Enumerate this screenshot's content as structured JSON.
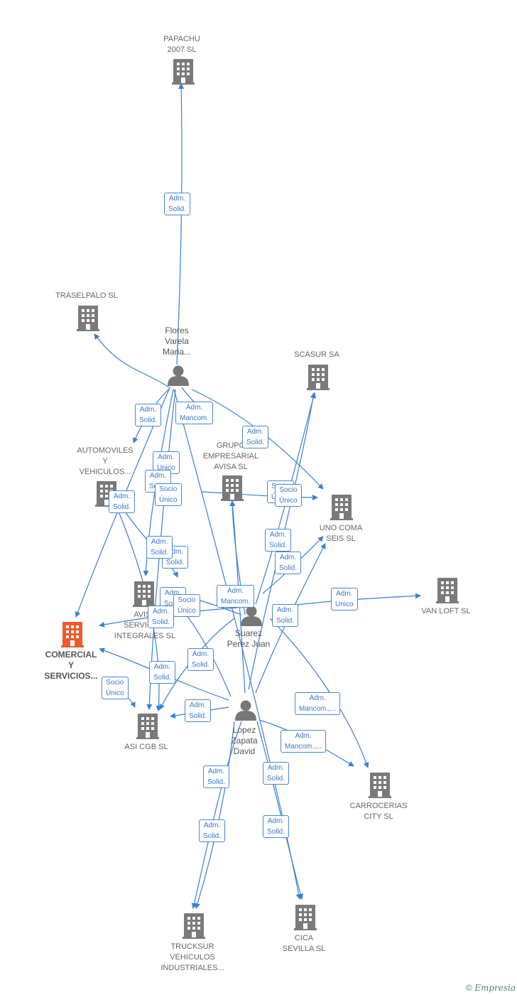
{
  "colors": {
    "edge": "#3b7fd4",
    "building": "#7a7a7a",
    "focus_building": "#f05a28",
    "person": "#777777"
  },
  "companies": [
    {
      "id": "papachu",
      "lines": [
        "PAPACHU",
        "2007  SL"
      ],
      "focus": false
    },
    {
      "id": "traselpalo",
      "lines": [
        "TRASELPALO SL"
      ],
      "focus": false
    },
    {
      "id": "scasur",
      "lines": [
        "SCASUR SA"
      ],
      "focus": false
    },
    {
      "id": "automoviles",
      "lines": [
        "AUTOMOVILES",
        "Y",
        "VEHICULOS..."
      ],
      "focus": false
    },
    {
      "id": "grupo",
      "lines": [
        "GRUPO",
        "EMPRESARIAL",
        "AVISA  SL"
      ],
      "focus": false
    },
    {
      "id": "uno_coma",
      "lines": [
        "UNO COMA",
        "SEIS  SL"
      ],
      "focus": false
    },
    {
      "id": "van_loft",
      "lines": [
        "VAN LOFT SL"
      ],
      "focus": false
    },
    {
      "id": "avisa_servicios",
      "lines": [
        "AVISA",
        "SERVICIOS",
        "INTEGRALES SL"
      ],
      "focus": false
    },
    {
      "id": "comercial",
      "lines": [
        "COMERCIAL",
        "Y",
        "SERVICIOS..."
      ],
      "focus": true
    },
    {
      "id": "asi_cgb",
      "lines": [
        "ASI CGB  SL"
      ],
      "focus": false
    },
    {
      "id": "carrocerias",
      "lines": [
        "CARROCERIAS",
        "CITY  SL"
      ],
      "focus": false
    },
    {
      "id": "trucksur",
      "lines": [
        "TRUCKSUR",
        "VEHICULOS",
        "INDUSTRIALES..."
      ],
      "focus": false
    },
    {
      "id": "cica",
      "lines": [
        "CICA",
        "SEVILLA SL"
      ],
      "focus": false
    }
  ],
  "persons": [
    {
      "id": "flores",
      "lines": [
        "Flores",
        "Varela",
        "Maria..."
      ]
    },
    {
      "id": "suarez",
      "lines": [
        "Suarez",
        "Perez Juan"
      ]
    },
    {
      "id": "lopez",
      "lines": [
        "Lopez",
        "Zapata",
        "David"
      ]
    }
  ],
  "badges": [
    {
      "id": "b1",
      "lines": [
        "Adm.",
        "Solid."
      ]
    },
    {
      "id": "b2",
      "lines": [
        "Adm.",
        "Solid."
      ]
    },
    {
      "id": "b3",
      "lines": [
        "Adm.",
        "Mancom."
      ]
    },
    {
      "id": "b4",
      "lines": [
        "Adm.",
        "Solid."
      ]
    },
    {
      "id": "b5",
      "lines": [
        "Adm.",
        "Unico"
      ]
    },
    {
      "id": "b6",
      "lines": [
        "Adm.",
        "Solid."
      ]
    },
    {
      "id": "b7",
      "lines": [
        "Socio",
        "Único"
      ]
    },
    {
      "id": "b8",
      "lines": [
        "Adm.",
        "Solid."
      ]
    },
    {
      "id": "b9",
      "lines": [
        "Socio",
        "Único"
      ]
    },
    {
      "id": "b10",
      "lines": [
        "Socio",
        "Único"
      ]
    },
    {
      "id": "b11",
      "lines": [
        "Adm.",
        "Solid."
      ]
    },
    {
      "id": "b12",
      "lines": [
        "Adm.",
        "Solid."
      ]
    },
    {
      "id": "b13",
      "lines": [
        "Adm.",
        "Solid."
      ]
    },
    {
      "id": "b14",
      "lines": [
        "Adm.",
        "Mancom."
      ]
    },
    {
      "id": "b15",
      "lines": [
        "Adm.",
        "Solid."
      ]
    },
    {
      "id": "b16",
      "lines": [
        "Adm.",
        "Solid."
      ]
    },
    {
      "id": "b17",
      "lines": [
        "Adm.",
        "Unico"
      ]
    },
    {
      "id": "b18",
      "lines": [
        "Socio",
        "Único"
      ]
    },
    {
      "id": "b19",
      "lines": [
        "Adm.",
        "Solid."
      ]
    },
    {
      "id": "b20",
      "lines": [
        "Adm.",
        "Solid."
      ]
    },
    {
      "id": "b21",
      "lines": [
        "Adm.",
        "Solid."
      ]
    },
    {
      "id": "b22",
      "lines": [
        "Socio",
        "Único"
      ]
    },
    {
      "id": "b23",
      "lines": [
        "Adm.",
        "Solid."
      ]
    },
    {
      "id": "b24",
      "lines": [
        "Adm.",
        "Mancom.,..."
      ]
    },
    {
      "id": "b25",
      "lines": [
        "Adm.",
        "Mancom.,..."
      ]
    },
    {
      "id": "b26",
      "lines": [
        "Adm.",
        "Solid."
      ]
    },
    {
      "id": "b27",
      "lines": [
        "Adm.",
        "Solid."
      ]
    },
    {
      "id": "b28",
      "lines": [
        "Adm.",
        "Solid."
      ]
    },
    {
      "id": "b29",
      "lines": [
        "Adm.",
        "Solid."
      ]
    }
  ],
  "footer": {
    "copyright": "©",
    "brand": "Empresia"
  }
}
